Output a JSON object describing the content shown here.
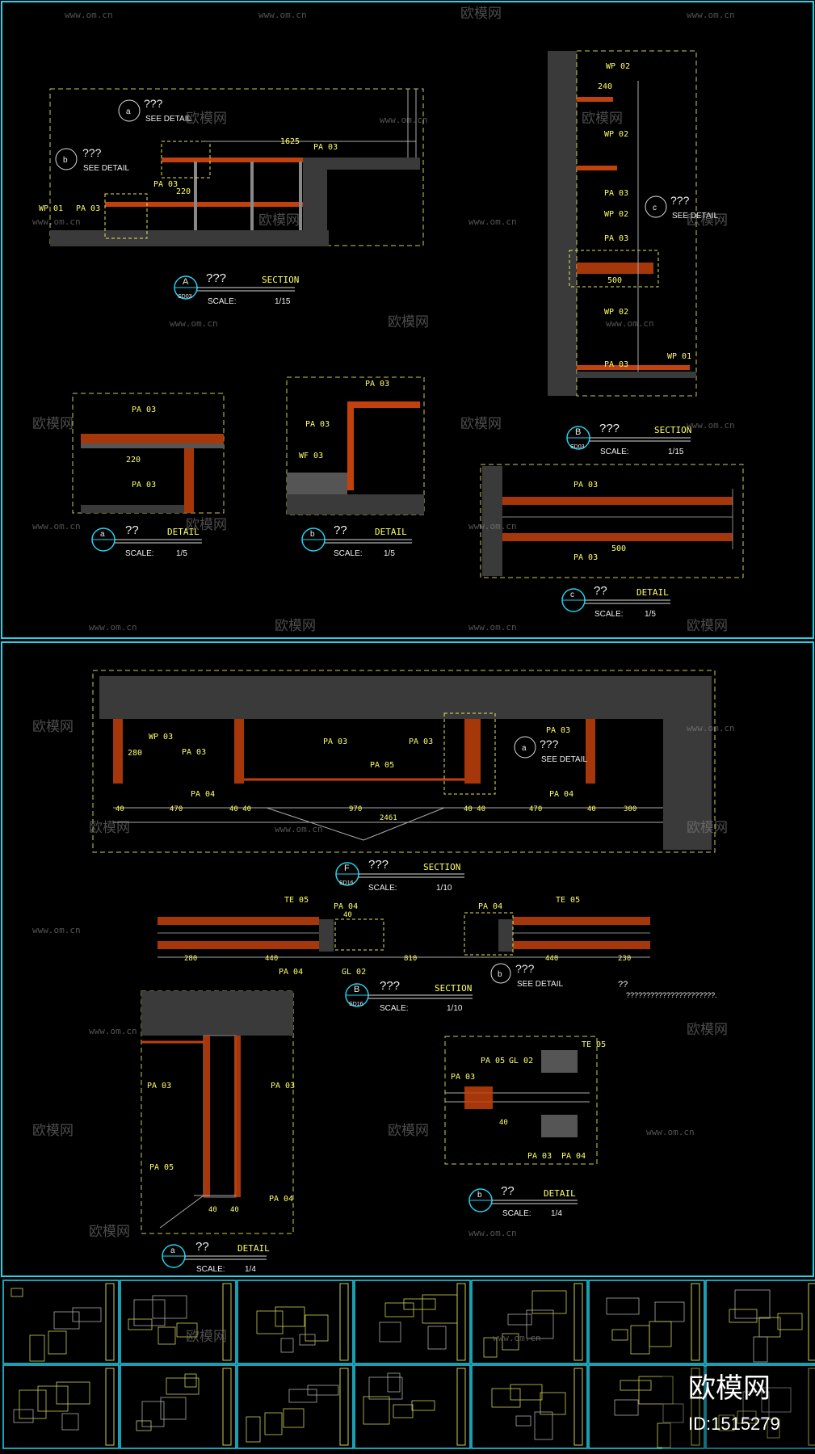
{
  "panels": {
    "top": {
      "section_a": {
        "letter": "A",
        "ref": "SD03",
        "title": "???",
        "kind": "SECTION",
        "scale_label": "SCALE:",
        "scale": "1/15",
        "labels": {
          "wp": "WP 01",
          "pa1": "PA 03",
          "pa2": "PA 03",
          "pa3": "PA 03",
          "dim1": "1625",
          "dim2": "220",
          "ref_a": "???",
          "ref_a_sub": "SEE DETAIL",
          "ref_b": "???",
          "ref_b_sub": "SEE DETAIL",
          "ref_a_letter": "a",
          "ref_b_letter": "b"
        }
      },
      "section_b": {
        "letter": "B",
        "ref": "SD03",
        "title": "???",
        "kind": "SECTION",
        "scale_label": "SCALE:",
        "scale": "1/15",
        "labels": {
          "wp1": "WP 02",
          "wp2": "WP 02",
          "wp3": "WP 02",
          "wp4": "WP 02",
          "pa1": "PA 03",
          "pa2": "PA 03",
          "pa3": "PA 03",
          "wp5": "WP 01",
          "dim1": "240",
          "dim2": "500",
          "ref_c": "???",
          "ref_c_sub": "SEE DETAIL",
          "ref_c_letter": "c"
        }
      },
      "detail_a": {
        "letter": "a",
        "title": "??",
        "kind": "DETAIL",
        "scale_label": "SCALE:",
        "scale": "1/5",
        "labels": {
          "pa1": "PA 03",
          "pa2": "PA 03",
          "dim": "220"
        }
      },
      "detail_b": {
        "letter": "b",
        "title": "??",
        "kind": "DETAIL",
        "scale_label": "SCALE:",
        "scale": "1/5",
        "labels": {
          "pa1": "PA 03",
          "pa2": "PA 03",
          "wf": "WF 03"
        }
      },
      "detail_c": {
        "letter": "c",
        "title": "??",
        "kind": "DETAIL",
        "scale_label": "SCALE:",
        "scale": "1/5",
        "labels": {
          "pa1": "PA 03",
          "pa2": "PA 03",
          "dim": "500"
        }
      }
    },
    "bottom": {
      "section_f": {
        "letter": "F",
        "ref": "SD16",
        "title": "???",
        "kind": "SECTION",
        "scale_label": "SCALE:",
        "scale": "1/10",
        "labels": {
          "wp": "WP 03",
          "pa1": "PA 03",
          "pa2": "PA 03",
          "pa3": "PA 05",
          "pa4": "PA 03",
          "pa5": "PA 04",
          "pa6": "PA 04",
          "pa7": "PA 03",
          "d40a": "40",
          "d470a": "470",
          "d4040a": "40 40",
          "d970": "970",
          "d4040b": "40 40",
          "d470b": "470",
          "d40b": "40",
          "d300": "300",
          "d2461": "2461",
          "d280": "280",
          "ref_a": "???",
          "ref_a_sub": "SEE DETAIL",
          "ref_a_letter": "a"
        }
      },
      "section_b2": {
        "letter": "B",
        "ref": "SD16",
        "title": "???",
        "kind": "SECTION",
        "scale_label": "SCALE:",
        "scale": "1/10",
        "labels": {
          "t1": "TE 05",
          "t2": "TE 05",
          "pa1": "PA 04",
          "pa2": "PA 04",
          "pa3": "PA 04",
          "gl": "GL 02",
          "d280": "280",
          "d440a": "440",
          "d810": "810",
          "d440b": "440",
          "d230": "230",
          "d40": "40",
          "ref_b": "???",
          "ref_b_sub": "SEE DETAIL",
          "ref_b_letter": "b"
        }
      },
      "note": {
        "title": "??",
        "text": "??????????????????????."
      },
      "detail_a2": {
        "letter": "a",
        "title": "??",
        "kind": "DETAIL",
        "scale_label": "SCALE:",
        "scale": "1/4",
        "labels": {
          "pa1": "PA 03",
          "pa2": "PA 03",
          "pa3": "PA 05",
          "pa4": "PA 04",
          "d40a": "40",
          "d40b": "40"
        }
      },
      "detail_b2": {
        "letter": "b",
        "title": "??",
        "kind": "DETAIL",
        "scale_label": "SCALE:",
        "scale": "1/4",
        "labels": {
          "te": "TE 05",
          "pa1": "PA 05",
          "gl": "GL 02",
          "pa2": "PA 03",
          "pa3": "PA 03",
          "pa4": "PA 04",
          "d40": "40"
        }
      }
    }
  },
  "watermark": {
    "brand": "欧模网",
    "url": "www.om.cn"
  },
  "badge": {
    "brand": "欧模网",
    "id": "ID:1515279"
  },
  "colors": {
    "background": "#000000",
    "frame": "#22d3ee",
    "cad_yellow": "#ffff66",
    "wall_fill": "#3a3a3a",
    "wood": "#c2410c",
    "dashed": "#e6e65c"
  }
}
